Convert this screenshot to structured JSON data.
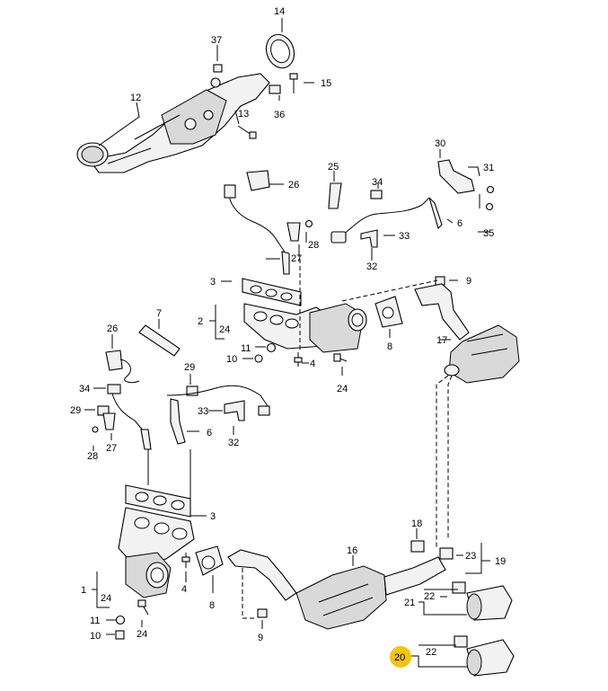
{
  "callouts": {
    "n1": "1",
    "n2": "2",
    "n3a": "3",
    "n3b": "3",
    "n4a": "4",
    "n4b": "4",
    "n6a": "6",
    "n6b": "6",
    "n7": "7",
    "n8a": "8",
    "n8b": "8",
    "n9a": "9",
    "n9b": "9",
    "n10a": "10",
    "n10b": "10",
    "n11a": "11",
    "n11b": "11",
    "n12": "12",
    "n13": "13",
    "n14": "14",
    "n15": "15",
    "n16": "16",
    "n17": "17",
    "n18": "18",
    "n19": "19",
    "n20": "20",
    "n21": "21",
    "n22a": "22",
    "n22b": "22",
    "n23": "23",
    "n24a": "24",
    "n24b": "24",
    "n24c": "24",
    "n24d": "24",
    "n25": "25",
    "n26a": "26",
    "n26b": "26",
    "n27a": "27",
    "n27b": "27",
    "n28a": "28",
    "n28b": "28",
    "n29": "29",
    "n30": "30",
    "n31": "31",
    "n32a": "32",
    "n32b": "32",
    "n33a": "33",
    "n33b": "33",
    "n34a": "34",
    "n34b": "34",
    "n35": "35",
    "n36": "36",
    "n37": "37"
  },
  "highlight_color": "#f2c414"
}
